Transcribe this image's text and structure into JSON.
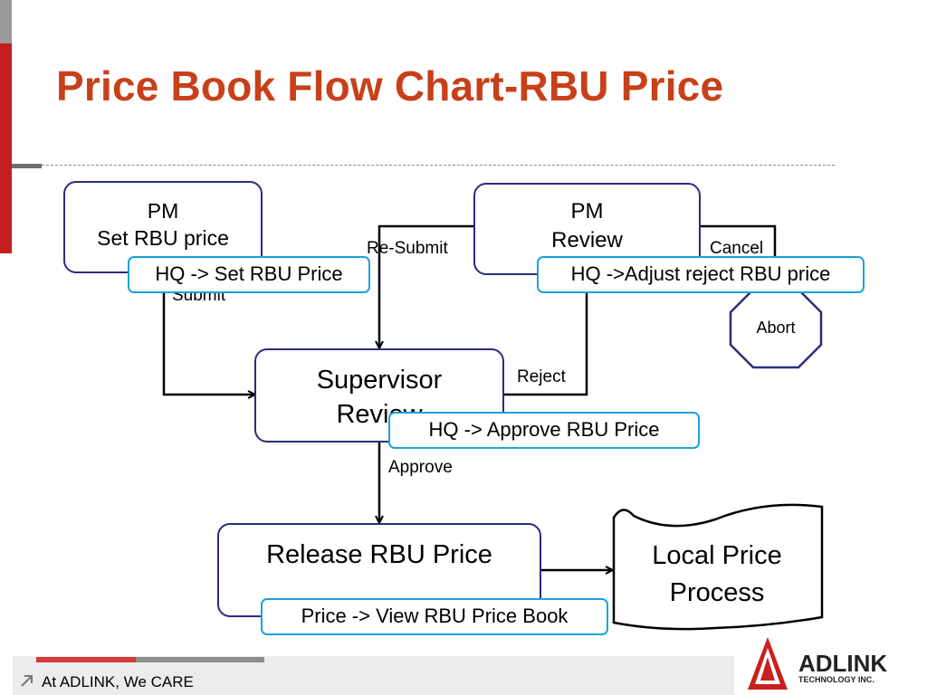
{
  "slide": {
    "title": "Price Book Flow Chart-RBU Price",
    "footer_text": "At ADLINK, We CARE",
    "logo_name": "ADLINK",
    "logo_tagline": "TECHNOLOGY INC.",
    "accent_title": "#c8401a",
    "accent_bar": "#c41f1f",
    "node_border": "#2c2c7c",
    "hq_border": "#1aa3d8"
  },
  "nodes": {
    "pm_set": "PM\nSet RBU price",
    "pm_review": "PM\nReview",
    "supervisor": "Supervisor\nReview",
    "release": "Release RBU Price",
    "local": "Local Price\nProcess",
    "abort": "Abort"
  },
  "hq_notes": {
    "set": "HQ -> Set RBU Price",
    "adjust": "HQ ->Adjust reject RBU price",
    "approve": "HQ -> Approve  RBU Price",
    "view": "Price -> View RBU Price Book"
  },
  "edges": {
    "submit": "Submit",
    "resubmit": "Re-Submit",
    "cancel": "Cancel",
    "reject": "Reject",
    "approve": "Approve"
  }
}
